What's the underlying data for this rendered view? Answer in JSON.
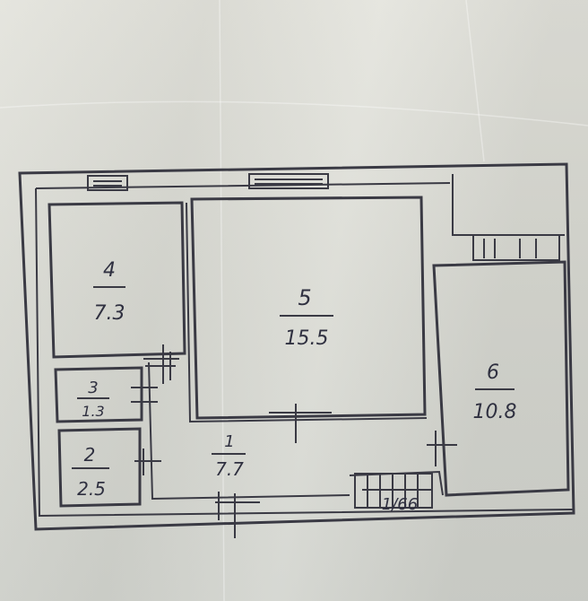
{
  "plan": {
    "rooms": [
      {
        "id": "4",
        "number": "4",
        "area": "7.3"
      },
      {
        "id": "5",
        "number": "5",
        "area": "15.5"
      },
      {
        "id": "6",
        "number": "6",
        "area": "10.8"
      },
      {
        "id": "3",
        "number": "3",
        "area": "1.3"
      },
      {
        "id": "2",
        "number": "2",
        "area": "2.5"
      },
      {
        "id": "1",
        "number": "1",
        "area": "7.7"
      }
    ],
    "stair_label": "1/66"
  },
  "colors": {
    "paper": "#dcdcd6",
    "ink": "#3a3a44"
  }
}
